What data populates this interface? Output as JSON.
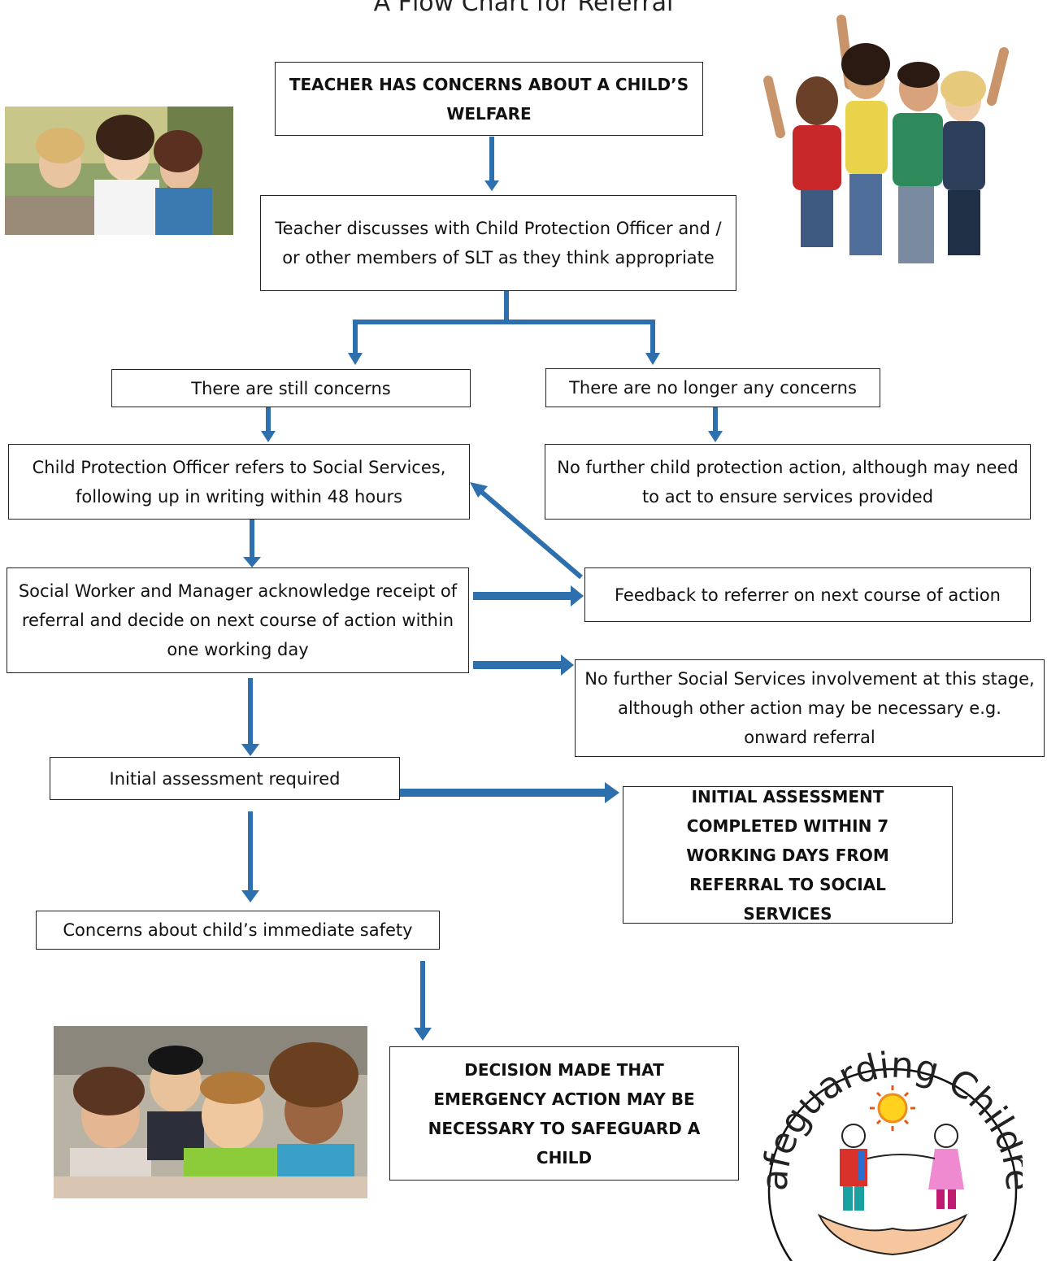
{
  "title": "A Flow Chart for Referral",
  "nodes": {
    "teacher_concerns": "TEACHER HAS CONCERNS ABOUT A CHILD’S WELFARE",
    "teacher_discusses": "Teacher discusses with Child Protection Officer and / or other members of SLT as they think appropriate",
    "still_concerns": "There are still concerns",
    "no_concerns": "There are no longer any concerns",
    "cpo_refers": "Child Protection Officer refers to Social Services, following up in writing within 48 hours",
    "no_further_cp": "No further child protection action, although may need to act to ensure services provided",
    "sw_acknowledge": "Social Worker and Manager acknowledge receipt of referral and decide on next course of action within one working day",
    "feedback": "Feedback to referrer on next course of action",
    "no_further_ss": "No further Social Services involvement at this stage, although other action may be necessary e.g. onward referral",
    "initial_required": "Initial assessment required",
    "initial_completed": "INITIAL ASSESSMENT COMPLETED WITHIN 7 WORKING DAYS FROM REFERRAL TO SOCIAL SERVICES",
    "immediate_safety": "Concerns about child’s immediate safety",
    "emergency_action": "DECISION MADE THAT EMERGENCY ACTION MAY BE NECESSARY TO SAFEGUARD A CHILD"
  },
  "logo": {
    "text": "Safeguarding Children"
  },
  "colors": {
    "arrow": "#2e6fad",
    "box_border": "#222222"
  }
}
